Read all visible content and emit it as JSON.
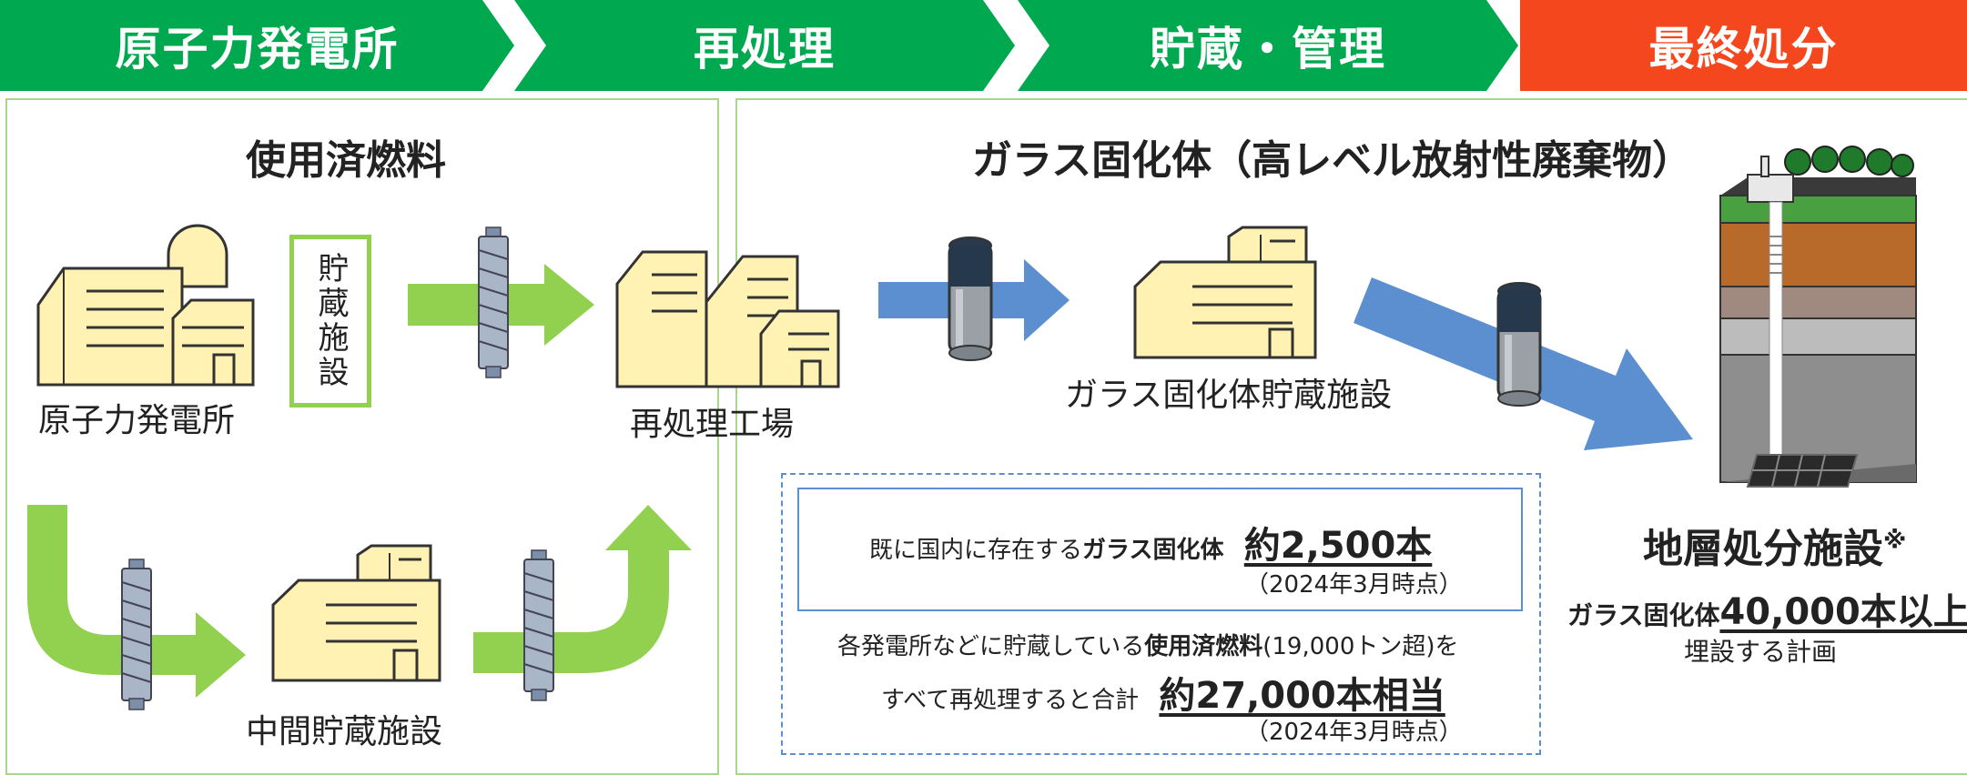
{
  "stages": [
    {
      "label": "原子力発電所",
      "color": "#00a94f"
    },
    {
      "label": "再処理",
      "color": "#00a94f"
    },
    {
      "label": "貯蔵・管理",
      "color": "#00a94f"
    },
    {
      "label": "最終処分",
      "color": "#f4471d"
    }
  ],
  "left_panel": {
    "title": "使用済燃料",
    "storage_label": "貯蔵施設",
    "power_plant_label": "原子力発電所",
    "reprocessing_label": "再処理工場",
    "interim_label": "中間貯蔵施設"
  },
  "right_panel": {
    "title": "ガラス固化体（高レベル放射性廃棄物）",
    "vitrified_storage_label": "ガラス固化体貯蔵施設"
  },
  "info_box": {
    "line1_prefix": "既に国内に存在する",
    "line1_bold": "ガラス固化体",
    "line1_amount": "約2,500本",
    "line1_date": "（2024年3月時点）",
    "line2_prefix": "各発電所などに貯蔵している",
    "line2_bold": "使用済燃料",
    "line2_suffix": "(19,000トン超)を",
    "line3_prefix": "すべて再処理すると合計",
    "line3_amount": "約27,000本相当",
    "line3_date": "（2024年3月時点）"
  },
  "disposal": {
    "title": "地層処分施設",
    "mark": "※",
    "plan_prefix": "ガラス固化体",
    "plan_amount": "40,000本以上",
    "plan_suffix": "埋設する計画"
  },
  "colors": {
    "stage_green": "#00a94f",
    "stage_red": "#f4471d",
    "arrow_green": "#92d050",
    "arrow_blue": "#5b8fd0",
    "building_fill": "#fff2b3",
    "panel_border": "#a9d68a"
  }
}
